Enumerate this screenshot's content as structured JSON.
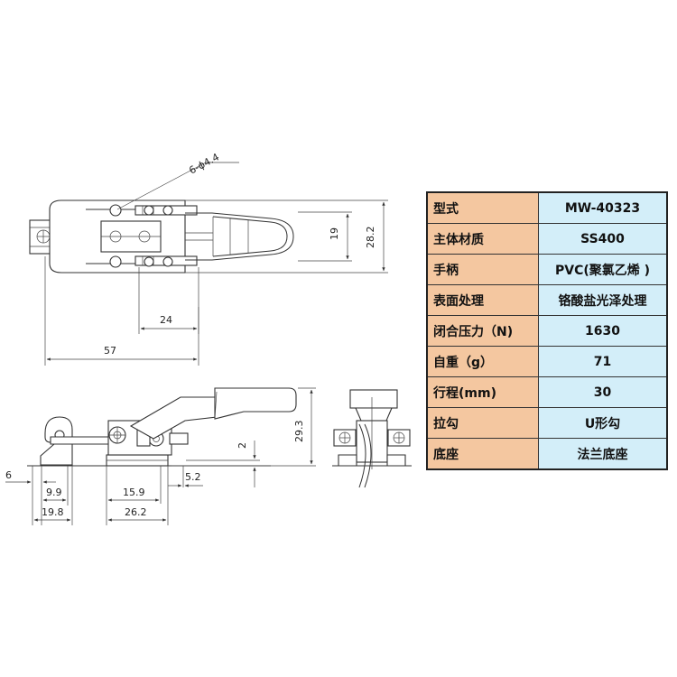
{
  "drawing": {
    "hole_callout": "6-ϕ4.4",
    "dimensions": {
      "d19": "19",
      "d28_2": "28.2",
      "d24": "24",
      "d57": "57",
      "d29_3": "29.3",
      "d2": "2",
      "d6": "6",
      "d9_9": "9.9",
      "d19_8": "19.8",
      "d15_9": "15.9",
      "d26_2": "26.2",
      "d5_2": "5.2"
    }
  },
  "spec_table": {
    "rows": [
      {
        "label": "型式",
        "value": "MW-40323"
      },
      {
        "label": "主体材质",
        "value": "SS400"
      },
      {
        "label": "手柄",
        "value": "PVC(聚氯乙烯 )"
      },
      {
        "label": "表面处理",
        "value": "铬酸盐光泽处理"
      },
      {
        "label": "闭合压力（N)",
        "value": "1630"
      },
      {
        "label": "自重（g）",
        "value": "71"
      },
      {
        "label": "行程(mm)",
        "value": "30"
      },
      {
        "label": "拉勾",
        "value": "U形勾"
      },
      {
        "label": "底座",
        "value": "法兰底座"
      }
    ],
    "colors": {
      "label_bg": "#f4c7a0",
      "value_bg": "#d3eef9"
    }
  }
}
